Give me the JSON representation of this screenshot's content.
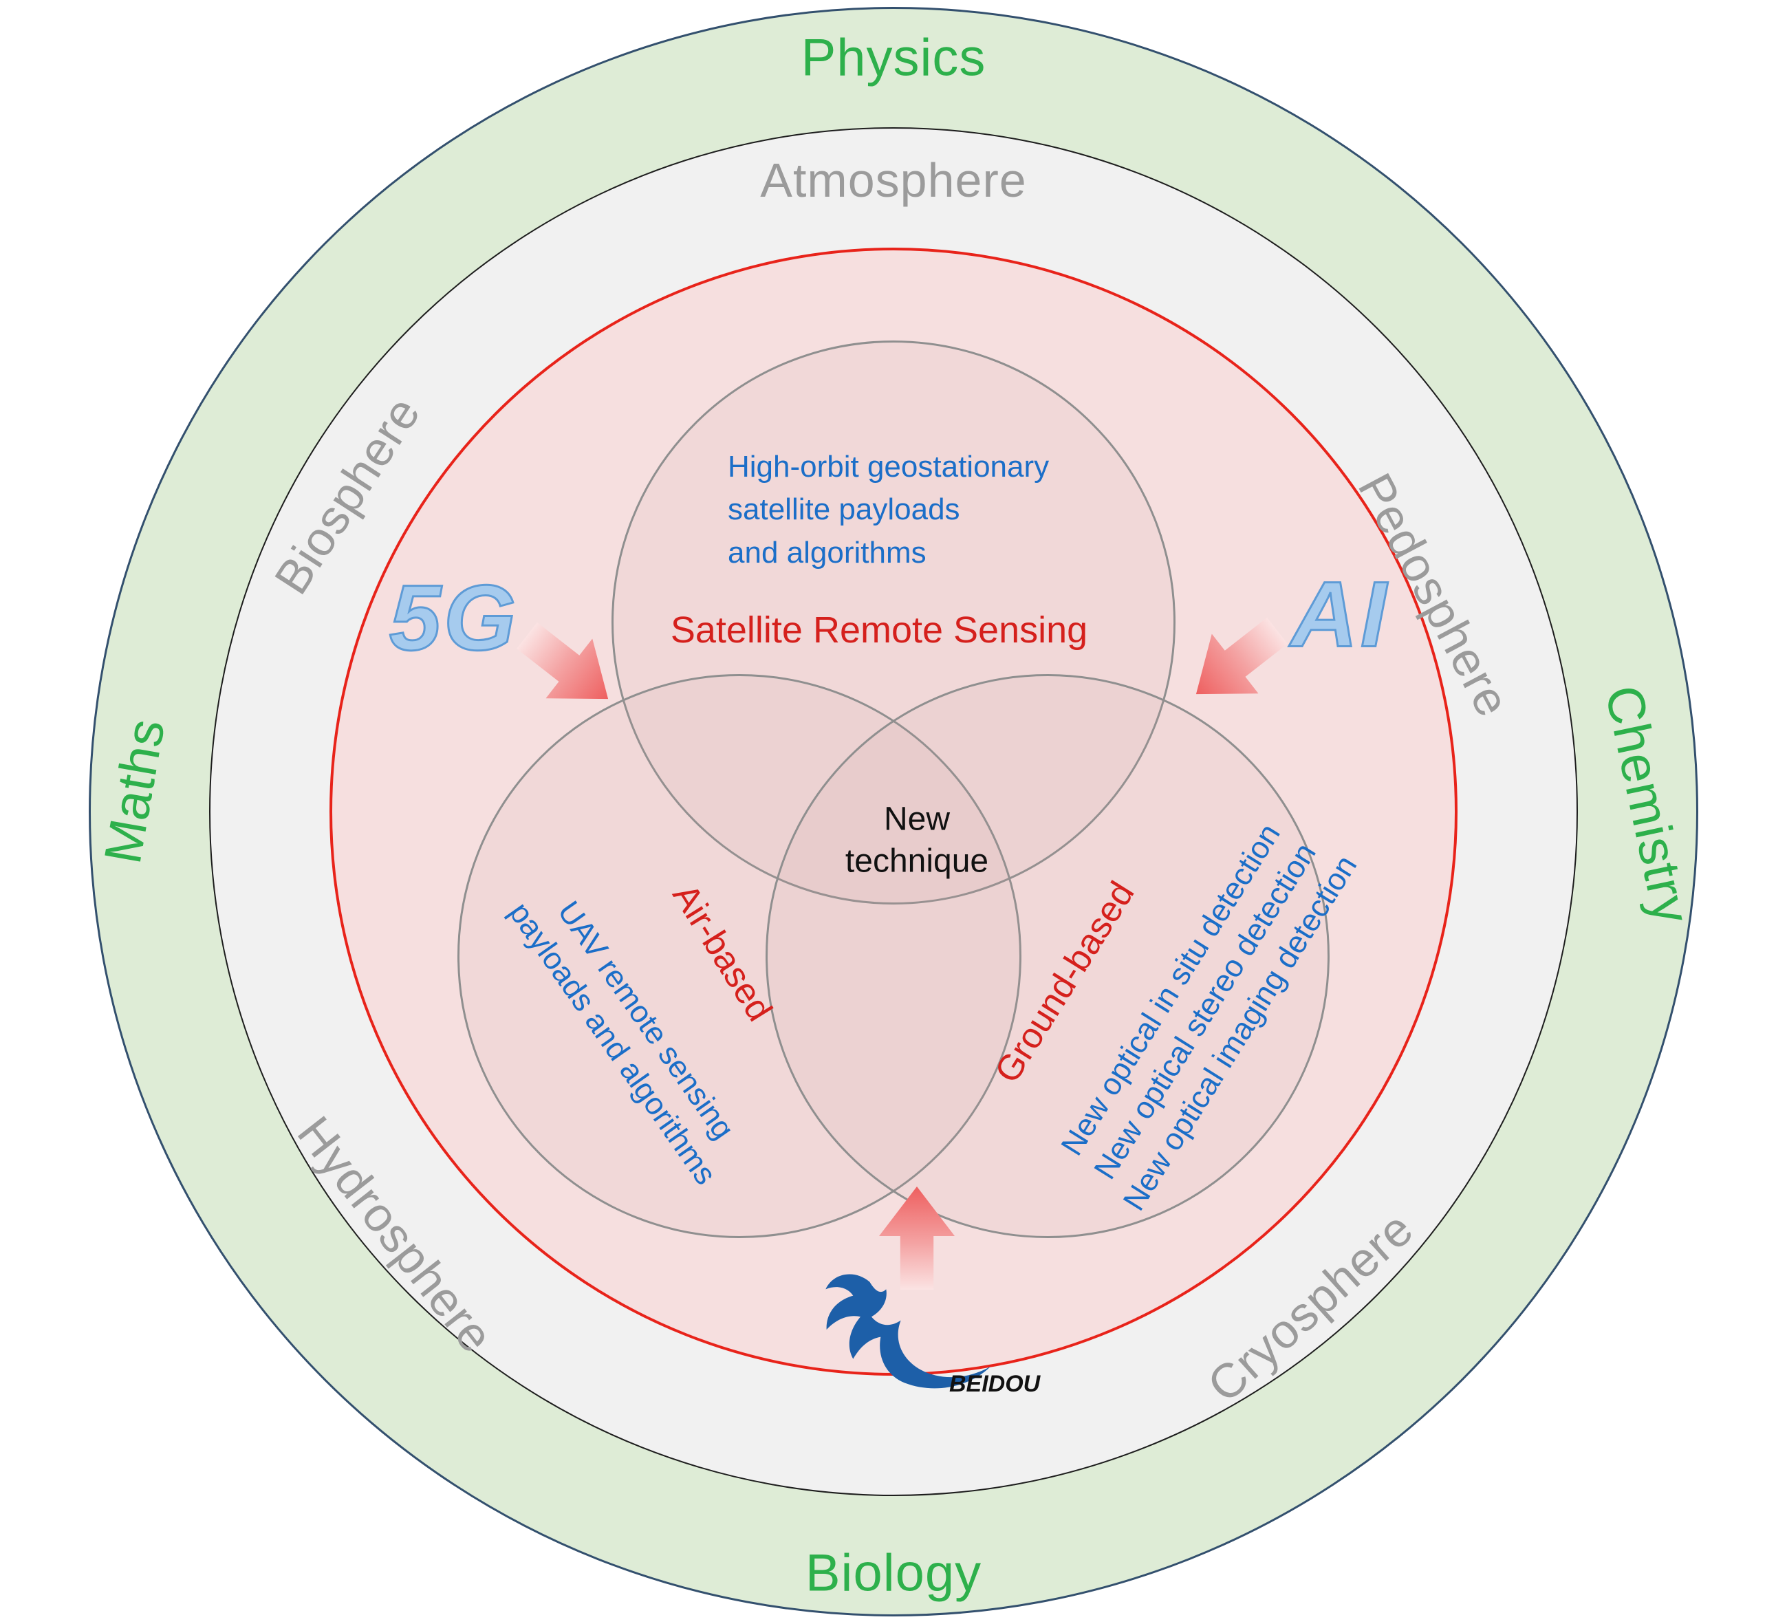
{
  "diagram": {
    "outer_ring": {
      "physics": "Physics",
      "chemistry": "Chemistry",
      "biology": "Biology",
      "maths": "Maths"
    },
    "middle_ring": {
      "atmosphere": "Atmosphere",
      "biosphere": "Biosphere",
      "pedosphere": "Pedosphere",
      "hydrosphere": "Hydrosphere",
      "cryosphere": "Cryosphere"
    },
    "venn": {
      "satellite": {
        "lines": [
          "High-orbit geostationary",
          "satellite payloads",
          "and algorithms"
        ],
        "title": "Satellite Remote Sensing"
      },
      "air": {
        "title": "Air-based",
        "lines": [
          "UAV remote sensing",
          "payloads and algorithms"
        ]
      },
      "ground": {
        "title": "Ground-based",
        "lines": [
          "New optical in situ detection",
          "New optical stereo detection",
          "New optical imaging detection"
        ]
      },
      "center": [
        "New",
        "technique"
      ]
    },
    "tech": {
      "five_g": "5G",
      "ai": "AI"
    },
    "beidou": {
      "label": "BEIDOU"
    },
    "colors": {
      "outer_fill": "#deecd6",
      "middle_fill": "#f1f1f1",
      "inner_fill": "#f6dfdf",
      "inner_border": "#e8231a",
      "green_text": "#2db04b",
      "gray_text": "#9b9b9b",
      "blue_text": "#1b6ec8",
      "red_text": "#d5201c",
      "arrow_pink": "#ee5f5f",
      "tech_blue": "#5e9bd6",
      "beidou_blue": "#1d5fa8"
    }
  }
}
